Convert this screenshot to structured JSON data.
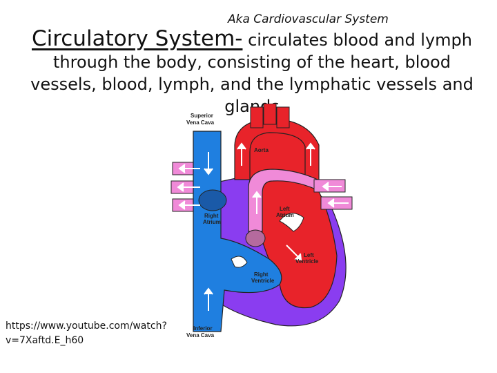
{
  "slide": {
    "subtitle": "Aka Cardiovascular System",
    "term": "Circulatory System-",
    "definition": " circulates blood and lymph through the body, consisting of the heart, blood vessels, blood, lymph, and the lymphatic vessels and glands",
    "source_link": "https://www.youtube.com/watch?v=7Xaftd.E_h60"
  },
  "diagram": {
    "labels": {
      "superior_vena_cava_1": "Superior",
      "superior_vena_cava_2": "Vena Cava",
      "aorta": "Aorta",
      "left_atrium_1": "Left",
      "left_atrium_2": "Atrium",
      "right_atrium_1": "Right",
      "right_atrium_2": "Atrium",
      "left_ventricle_1": "Left",
      "left_ventricle_2": "Ventricle",
      "right_ventricle_1": "Right",
      "right_ventricle_2": "Ventricle",
      "inferior_vena_cava_1": "Inferior",
      "inferior_vena_cava_2": "Vena Cava"
    },
    "colors": {
      "deoxygenated": "#1f7fe0",
      "oxygenated": "#e8232a",
      "wall": "#8a3df0",
      "pulmonary": "#f08ad8",
      "valve": "#b56a9e"
    }
  }
}
